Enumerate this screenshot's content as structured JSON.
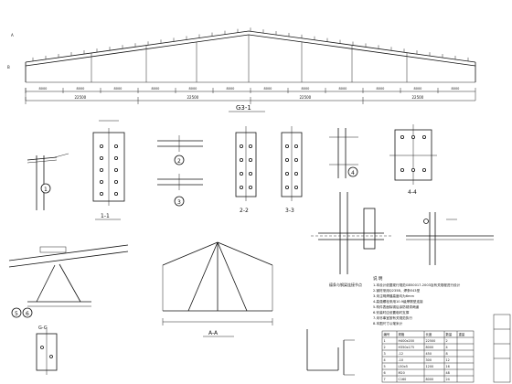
{
  "sheet": {
    "elevation_title": "G3-1",
    "elevation_dims": [
      "22500",
      "22500",
      "22500",
      "22500"
    ],
    "bay_dims": [
      "8000",
      "8000",
      "8000",
      "8000",
      "8000",
      "8000",
      "8000",
      "8000",
      "8000",
      "8000",
      "8000",
      "8000"
    ],
    "section_labels": {
      "s1": "1-1",
      "s2": "2-2",
      "s3": "3-3",
      "s4": "4-4",
      "sAA": "A-A",
      "sGG": "G-G"
    },
    "circle_labels": {
      "c1": "1",
      "c2": "2",
      "c3": "3",
      "c4": "4",
      "c5": "5",
      "c6": "6"
    },
    "joint_caption": "檩条与钢梁连接节点",
    "notes_title": "说 明",
    "notes_lines": [
      "1.本设计依据现行规范GB50017-2003及有关规程进行设计",
      "2.钢材采用Q235B，焊条E43型",
      "3.未注明焊缝高度均为6mm",
      "4.高强螺栓采用10.9级摩擦型连接",
      "5.构件表面除锈后涂防锈漆两道",
      "6.安装时应设置临时支撑",
      "7.未尽事宜按有关规范执行",
      "8.本图尺寸以毫米计"
    ],
    "table_header": [
      "编号",
      "规格",
      "长度",
      "数量",
      "重量"
    ],
    "table_rows": [
      [
        "1",
        "H400x200",
        "22500",
        "2",
        ""
      ],
      [
        "2",
        "H350x175",
        "8000",
        "4",
        ""
      ],
      [
        "3",
        "-12",
        "450",
        "8",
        ""
      ],
      [
        "4",
        "-10",
        "300",
        "12",
        ""
      ],
      [
        "5",
        "L50x5",
        "1200",
        "16",
        ""
      ],
      [
        "6",
        "M20",
        "",
        "48",
        ""
      ],
      [
        "7",
        "C160",
        "8000",
        "24",
        ""
      ]
    ],
    "colors": {
      "line": "#111111",
      "paper": "#ffffff"
    }
  }
}
